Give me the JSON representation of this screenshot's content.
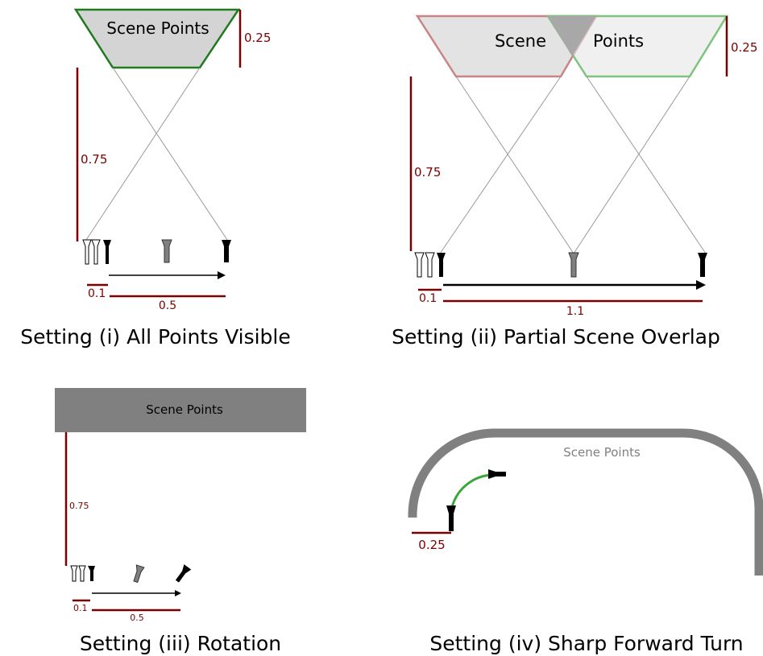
{
  "colors": {
    "dim": "#7b0000",
    "green": "#1e7b1e",
    "green_light": "#7fc37f",
    "red_light": "#c98585",
    "scene_fill": "#d4d4d4",
    "scene_fill_light": "#e6e6e6",
    "scene_bar": "#808080",
    "cam_gray": "#808080",
    "arc_green": "#3aa63a"
  },
  "panels": {
    "p1": {
      "caption": "Setting (i) All Points Visible",
      "scene_label": "Scene Points",
      "dim_height_scene": "0.25",
      "dim_height_cam": "0.75",
      "dim_offset": "0.1",
      "dim_travel": "0.5"
    },
    "p2": {
      "caption": "Setting (ii) Partial Scene Overlap",
      "scene_label_left": "Scene",
      "scene_label_right": "Points",
      "dim_height_scene": "0.25",
      "dim_height_cam": "0.75",
      "dim_offset": "0.1",
      "dim_travel": "1.1"
    },
    "p3": {
      "caption": "Setting (iii) Rotation",
      "scene_label": "Scene Points",
      "dim_height_cam": "0.75",
      "dim_offset": "0.1",
      "dim_travel": "0.5"
    },
    "p4": {
      "caption": "Setting (iv) Sharp Forward Turn",
      "scene_label": "Scene Points",
      "dim_radius": "0.25"
    }
  }
}
